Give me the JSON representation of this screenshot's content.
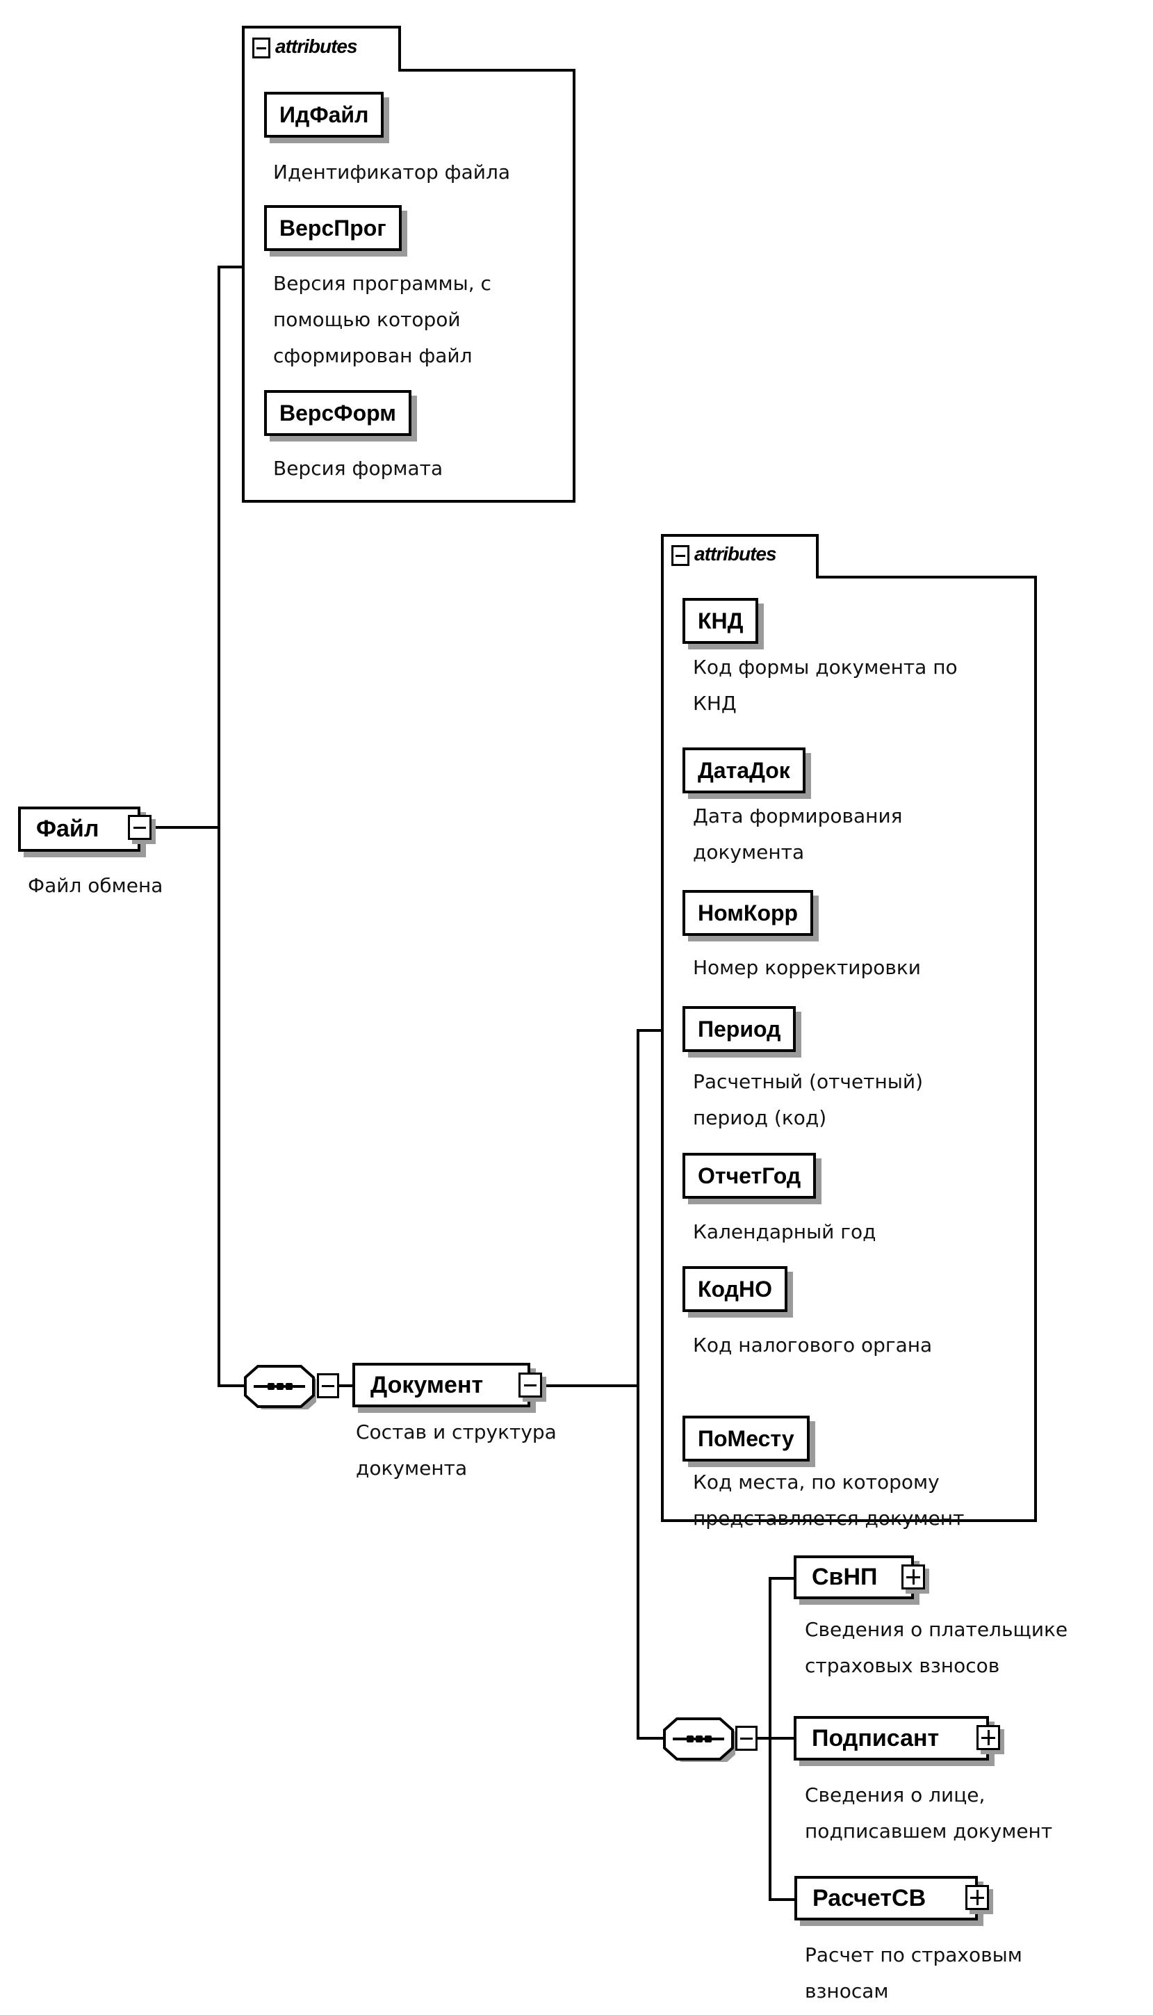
{
  "diagram": {
    "root": {
      "name": "Файл",
      "description": "Файл обмена",
      "toggle": "minus-icon"
    },
    "root_attributes": {
      "tab_label": "attributes",
      "items": [
        {
          "name": "ИдФайл",
          "description": "Идентификатор файла"
        },
        {
          "name": "ВерсПрог",
          "description": "Версия программы, с\nпомощью которой\nсформирован файл"
        },
        {
          "name": "ВерсФорм",
          "description": "Версия формата"
        }
      ]
    },
    "sequence_1": {
      "compositor": "sequence",
      "icon": "sequence-icon"
    },
    "document": {
      "name": "Документ",
      "description": "Состав и структура\nдокумента",
      "toggle": "minus-icon"
    },
    "document_attributes": {
      "tab_label": "attributes",
      "items": [
        {
          "name": "КНД",
          "description": "Код формы документа по\nКНД"
        },
        {
          "name": "ДатаДок",
          "description": "Дата формирования\nдокумента"
        },
        {
          "name": "НомКорр",
          "description": "Номер корректировки"
        },
        {
          "name": "Период",
          "description": "Расчетный (отчетный)\nпериод (код)"
        },
        {
          "name": "ОтчетГод",
          "description": "Календарный год"
        },
        {
          "name": "КодНО",
          "description": "Код налогового органа"
        },
        {
          "name": "ПоМесту",
          "description": "Код места, по которому\nпредставляется документ"
        }
      ]
    },
    "sequence_2": {
      "compositor": "sequence",
      "icon": "sequence-icon"
    },
    "children": [
      {
        "name": "СвНП",
        "description": "Сведения о плательщике\nстраховых взносов",
        "toggle": "plus-icon"
      },
      {
        "name": "Подписант",
        "description": "Сведения о лице,\nподписавшем документ",
        "toggle": "plus-icon"
      },
      {
        "name": "РасчетСВ",
        "description": "Расчет по страховым\nвзносам",
        "toggle": "plus-icon"
      }
    ]
  }
}
